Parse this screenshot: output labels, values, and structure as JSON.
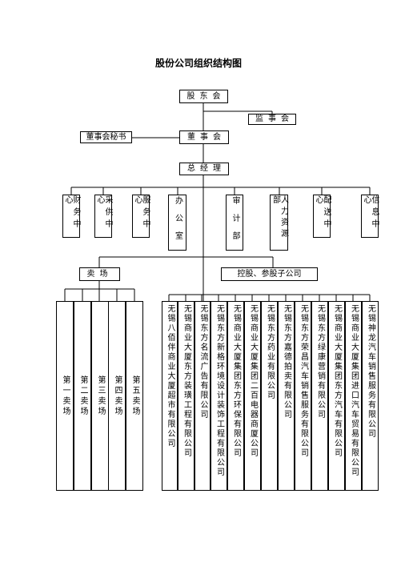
{
  "title": "股份公司组织结构图",
  "shareholders": "股东会",
  "supervisors": "监事会",
  "board_secretary": "董事会秘书",
  "board": "董事会",
  "general_manager": "总经理",
  "departments": [
    "财务中心",
    "采供中心",
    "服务中心",
    "办公室",
    "审计部",
    "人力资源部",
    "配送中心",
    "信息中心"
  ],
  "stores_group": "卖场",
  "subsidiaries_group": "控股、参股子公司",
  "stores": [
    "第一卖场",
    "第二卖场",
    "第三卖场",
    "第四卖场",
    "第五卖场"
  ],
  "subsidiaries": [
    "无锡八佰伴商业大厦超市有限公司",
    "无锡商业大厦东方装璜工程有限公司",
    "无锡东方名流广告有限公司",
    "无锡东方新格环境设计装饰工程有限公司",
    "无锡商业大厦集团东方环保有限公司",
    "无锡商业大厦集团二百电器商厦公司",
    "无锡东方药业有限公司",
    "无锡东方嘉德拍卖有限公司",
    "无锡东方荣昌汽车销售服务有限公司",
    "无锡东方绿康营销有限公司",
    "无锡商业大厦集团东方汽车有限公司",
    "无锡商业大厦集团进口汽车贸易有限公司",
    "无锡神龙汽车销售服务有限公司"
  ]
}
